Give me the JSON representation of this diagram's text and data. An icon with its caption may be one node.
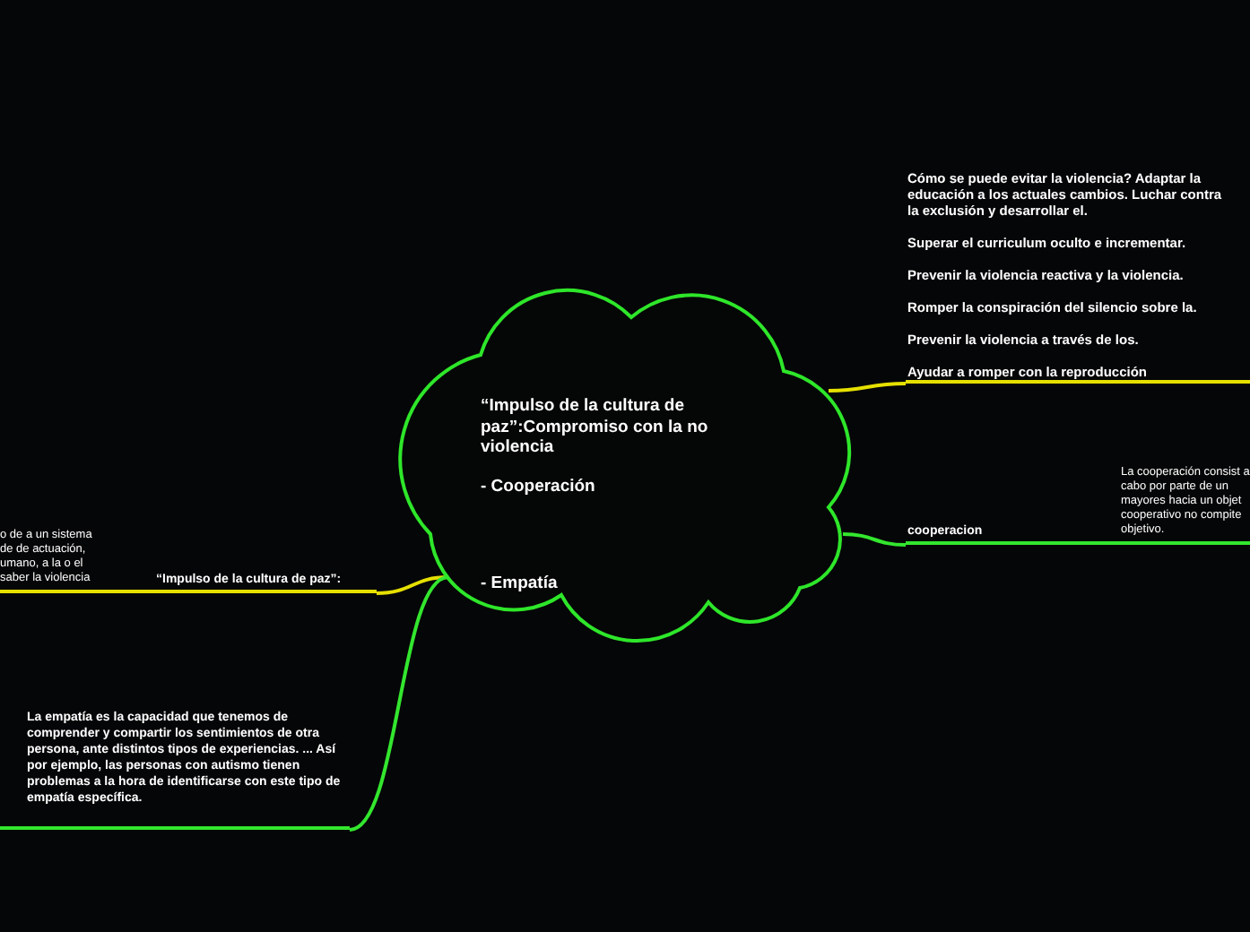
{
  "diagram": {
    "nodes": [
      {
        "text": [
          "“Impulso de la cultura de paz”:Compromiso con la no violencia",
          "- Cooperación",
          "- Empatía"
        ]
      },
      {
        "text": [
          "Cómo se puede evitar la violencia? Adaptar la educación a los actuales cambios. Luchar contra la exclusión y desarrollar el.",
          "Superar el curriculum oculto e incrementar.",
          "Prevenir la violencia reactiva y la violencia.",
          "Romper la conspiración del silencio sobre la.",
          "Prevenir la violencia a través de los.",
          "Ayudar a romper con la reproducción"
        ]
      },
      {
        "text": [
          "cooperacion"
        ],
        "beside": [
          "La cooperación consist a cabo por parte de un mayores hacia un objet cooperativo no compite objetivo."
        ]
      },
      {
        "text": [
          "“Impulso de la cultura de paz”:"
        ],
        "beside": [
          "o de a un sistema de de actuación, umano, a la o el saber la violencia"
        ]
      },
      {
        "text": [
          "La empatía es la capacidad que tenemos de comprender y compartir los sentimientos de otra persona, ante distintos tipos de experiencias. ... Así por ejemplo, las personas con autismo tienen problemas a la hora de identificarse con este tipo de empatía específica."
        ]
      }
    ],
    "edges": [
      {
        "from": 0,
        "to": 1,
        "arrow": "none",
        "color": "#e6e000"
      },
      {
        "from": 0,
        "to": 2,
        "arrow": "none",
        "color": "#33e62e"
      },
      {
        "from": 0,
        "to": 3,
        "arrow": "none",
        "color": "#e6e000"
      },
      {
        "from": 0,
        "to": 4,
        "arrow": "none",
        "color": "#33e62e"
      }
    ]
  }
}
